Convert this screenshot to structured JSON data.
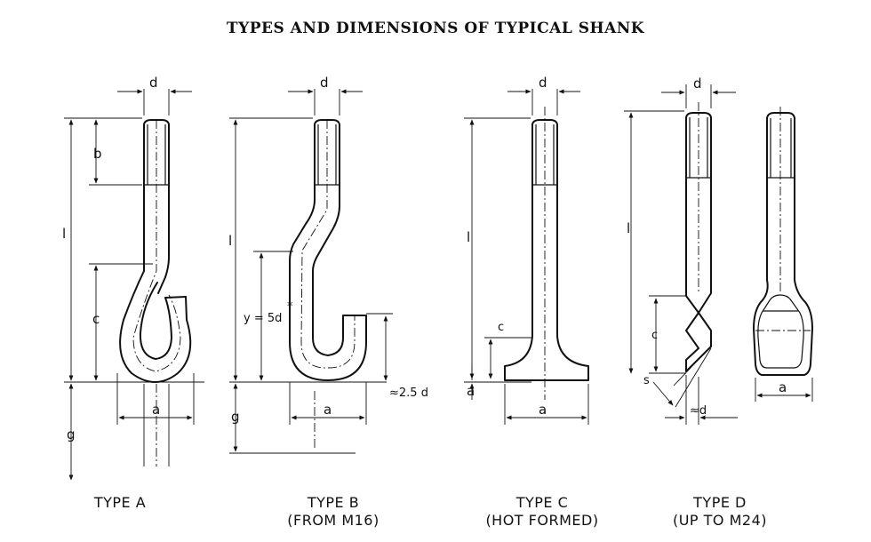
{
  "title": "TYPES AND DIMENSIONS OF TYPICAL SHANK",
  "types": [
    {
      "caption_line1": "TYPE A",
      "caption_line2": ""
    },
    {
      "caption_line1": "TYPE B",
      "caption_line2": "(FROM M16)"
    },
    {
      "caption_line1": "TYPE C",
      "caption_line2": "(HOT FORMED)"
    },
    {
      "caption_line1": "TYPE D",
      "caption_line2": "(UP TO M24)"
    }
  ],
  "labels": {
    "d": "d",
    "b": "b",
    "l": "l",
    "c": "c",
    "a": "a",
    "g": "g",
    "y": "y = 5d",
    "star": "*",
    "approx_25d": "≈2.5 d",
    "s": "s",
    "approx_d": "≈d"
  }
}
